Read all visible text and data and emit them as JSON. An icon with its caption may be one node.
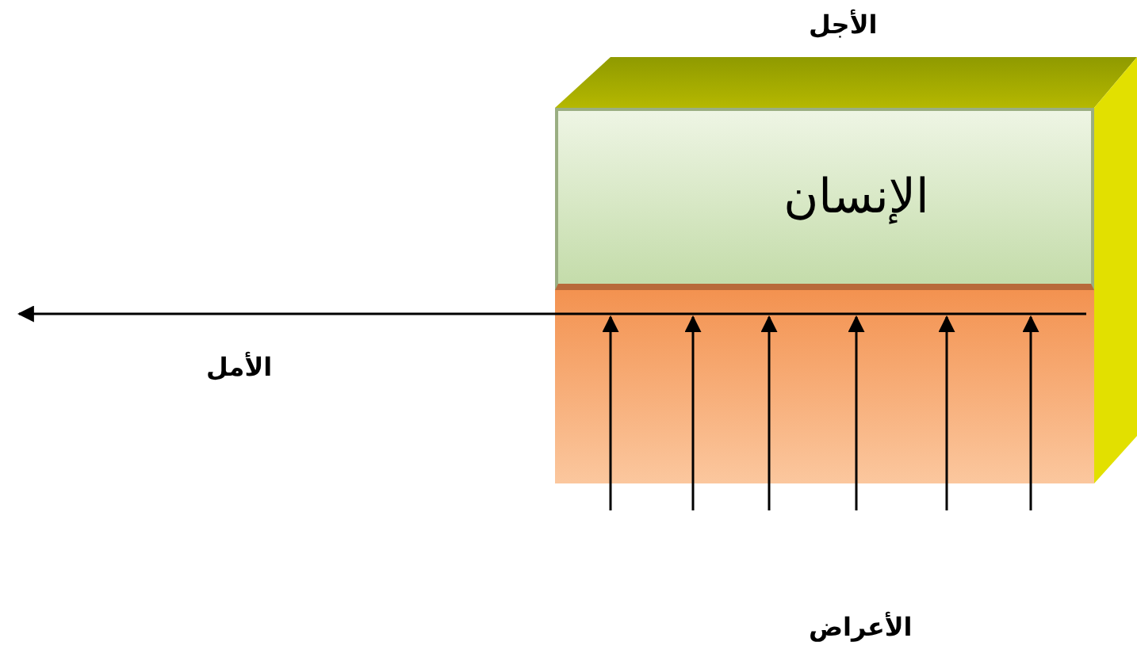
{
  "diagram": {
    "nodes": [
      {
        "text": [
          "الإنسان"
        ]
      }
    ],
    "labels": [
      "الأجل",
      "الأمل",
      "الأعراض"
    ]
  }
}
